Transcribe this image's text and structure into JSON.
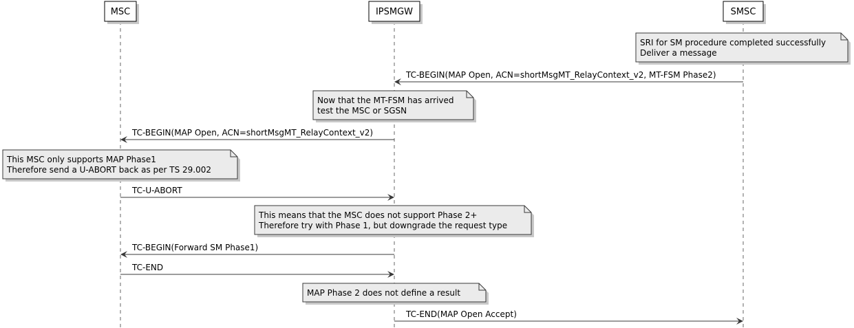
{
  "colors": {
    "participant_fill": "#FEFEFE",
    "participant_stroke": "#000000",
    "lifeline": "#000000",
    "arrow": "#383838",
    "note_fill": "#EBEBEB",
    "note_stroke": "#383838",
    "shadow": "#c8c8c8"
  },
  "participants": [
    {
      "id": "msc",
      "label": "MSC"
    },
    {
      "id": "ipsmgw",
      "label": "IPSMGW"
    },
    {
      "id": "smsc",
      "label": "SMSC"
    }
  ],
  "sequence": [
    {
      "kind": "note",
      "over": "smsc",
      "lines": [
        "SRI for SM procedure completed successfully",
        "Deliver a message"
      ]
    },
    {
      "kind": "message",
      "from": "smsc",
      "to": "ipsmgw",
      "label": "TC-BEGIN(MAP Open, ACN=shortMsgMT_RelayContext_v2, MT-FSM Phase2)"
    },
    {
      "kind": "note",
      "over": "ipsmgw",
      "lines": [
        "Now that the MT-FSM has arrived",
        "test the MSC or SGSN"
      ]
    },
    {
      "kind": "message",
      "from": "ipsmgw",
      "to": "msc",
      "label": "TC-BEGIN(MAP Open, ACN=shortMsgMT_RelayContext_v2)"
    },
    {
      "kind": "note",
      "over": "msc",
      "lines": [
        "This MSC only supports MAP Phase1",
        "Therefore send a U-ABORT back as per TS 29.002"
      ]
    },
    {
      "kind": "message",
      "from": "msc",
      "to": "ipsmgw",
      "label": "TC-U-ABORT"
    },
    {
      "kind": "note",
      "over": "ipsmgw",
      "lines": [
        "This means that the MSC does not support Phase 2+",
        "Therefore try with Phase 1, but downgrade the request type"
      ]
    },
    {
      "kind": "message",
      "from": "ipsmgw",
      "to": "msc",
      "label": "TC-BEGIN(Forward SM Phase1)"
    },
    {
      "kind": "message",
      "from": "msc",
      "to": "ipsmgw",
      "label": "TC-END"
    },
    {
      "kind": "note",
      "over": "ipsmgw",
      "lines": [
        "MAP Phase 2 does not define a result"
      ]
    },
    {
      "kind": "message",
      "from": "ipsmgw",
      "to": "smsc",
      "label": "TC-END(MAP Open Accept)"
    }
  ]
}
